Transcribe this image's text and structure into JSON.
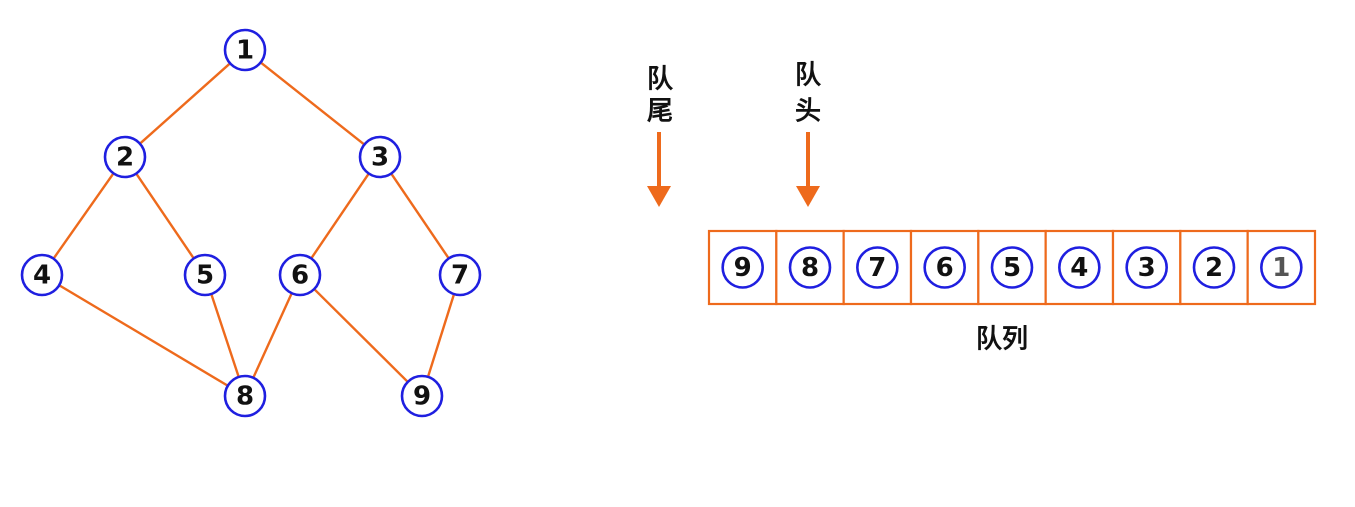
{
  "graph": {
    "nodes": [
      {
        "id": "1",
        "label": "1"
      },
      {
        "id": "2",
        "label": "2"
      },
      {
        "id": "3",
        "label": "3"
      },
      {
        "id": "4",
        "label": "4"
      },
      {
        "id": "5",
        "label": "5"
      },
      {
        "id": "6",
        "label": "6"
      },
      {
        "id": "7",
        "label": "7"
      },
      {
        "id": "8",
        "label": "8"
      },
      {
        "id": "9",
        "label": "9"
      }
    ],
    "edges": [
      [
        "1",
        "2"
      ],
      [
        "1",
        "3"
      ],
      [
        "2",
        "4"
      ],
      [
        "2",
        "5"
      ],
      [
        "3",
        "6"
      ],
      [
        "3",
        "7"
      ],
      [
        "4",
        "8"
      ],
      [
        "5",
        "8"
      ],
      [
        "6",
        "8"
      ],
      [
        "6",
        "9"
      ],
      [
        "7",
        "9"
      ]
    ]
  },
  "queue": {
    "tail_label": "队尾",
    "head_label": "队头",
    "caption": "队列",
    "items": [
      "9",
      "8",
      "7",
      "6",
      "5",
      "4",
      "3",
      "2",
      "1"
    ]
  },
  "colors": {
    "edge": "#ee6a1c",
    "node_stroke": "#1f1fe0",
    "arrow": "#ee6a1c"
  }
}
